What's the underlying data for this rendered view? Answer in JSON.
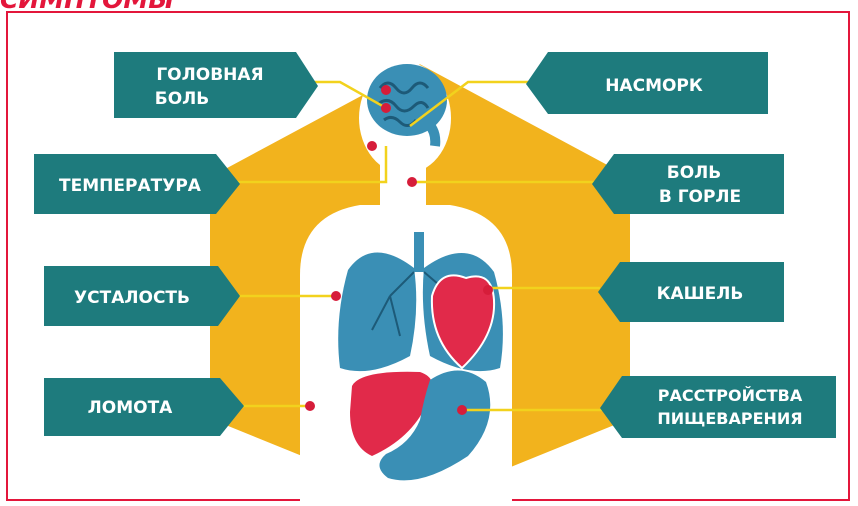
{
  "heading": "СИМПТОМЫ",
  "colors": {
    "frame": "#e3163b",
    "hexagon": "#f2b31d",
    "label_bg": "#1e7b7d",
    "organ_blue": "#3a8fb5",
    "organ_red": "#e12a4a",
    "dot": "#d61d3a"
  },
  "symptoms": {
    "headache_line1": "ГОЛОВНАЯ",
    "headache_line2": "БОЛЬ",
    "temperature": "ТЕМПЕРАТУРА",
    "fatigue": "УСТАЛОСТЬ",
    "aches": "ЛОМОТА",
    "runny_nose": "НАСМОРК",
    "sore_throat_line1": "БОЛЬ",
    "sore_throat_line2": "В ГОРЛЕ",
    "cough": "КАШЕЛЬ",
    "digestion_line1": "РАССТРОЙСТВА",
    "digestion_line2": "ПИЩЕВАРЕНИЯ"
  }
}
